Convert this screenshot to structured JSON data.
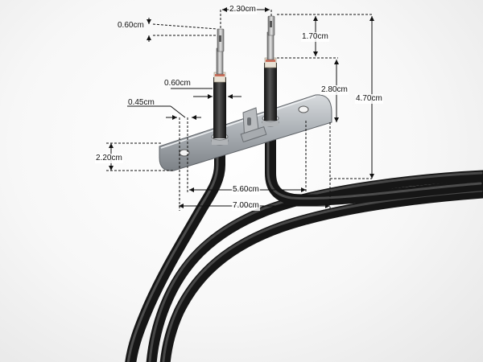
{
  "dimensions": {
    "terminal_thickness": "0.60cm",
    "terminal_spacing": "2.30cm",
    "terminal_length": "1.70cm",
    "insulator_length": "2.80cm",
    "total_height": "4.70cm",
    "tube_diameter": "0.60cm",
    "hole_diameter": "0.45cm",
    "plate_height": "2.20cm",
    "tube_spacing": "5.60cm",
    "plate_width": "7.00cm"
  },
  "colors": {
    "tube": "#1f1f1f",
    "plate": "#9ea3a8",
    "dimension_line": "#111111"
  }
}
